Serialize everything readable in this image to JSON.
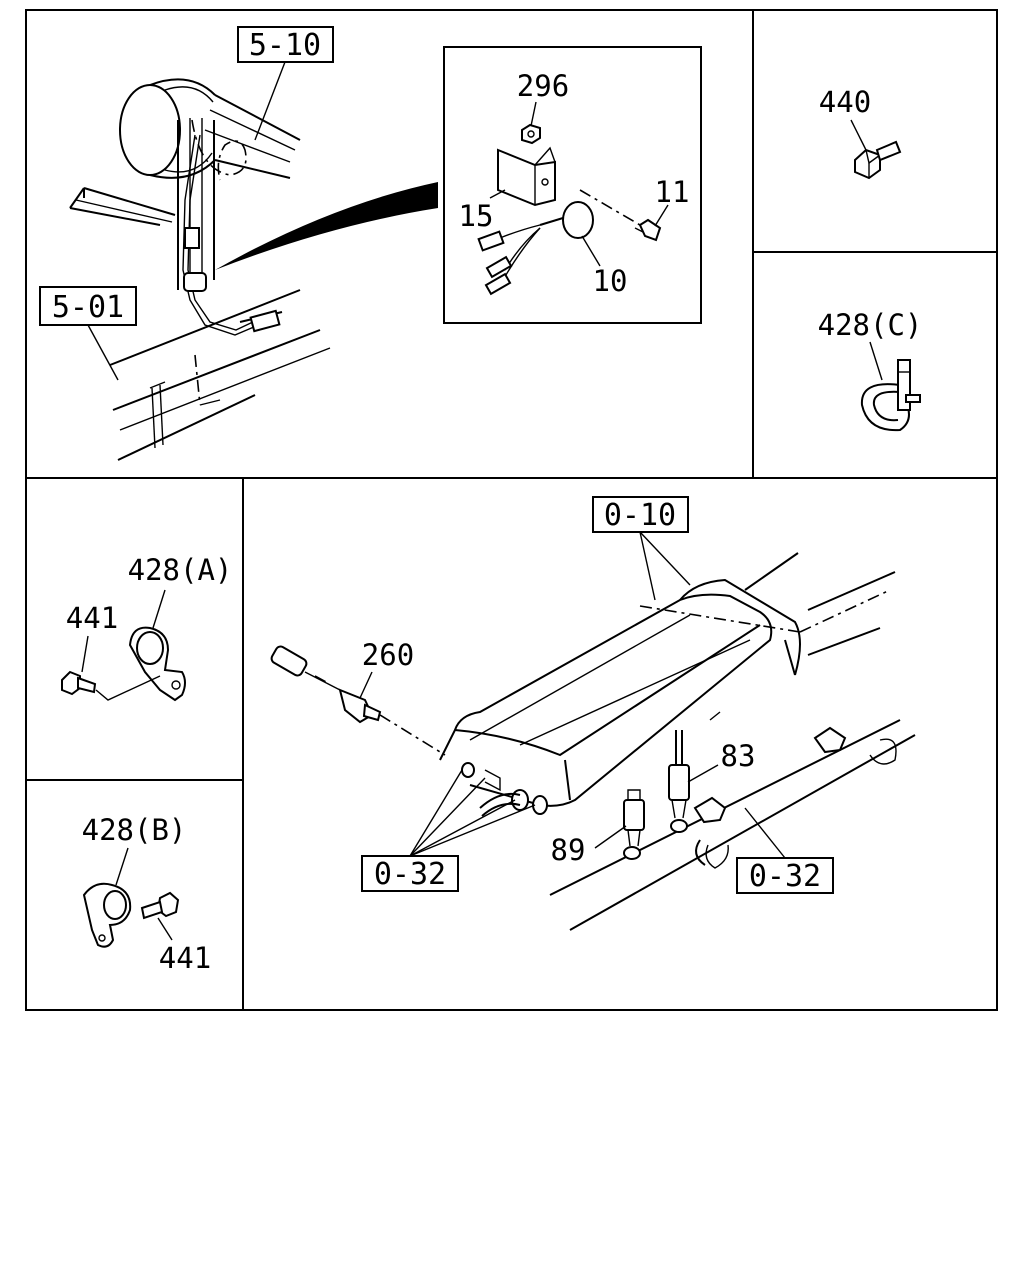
{
  "panels": {
    "top_main": {
      "refs": {
        "ref_5_10": "5-10",
        "ref_5_01": "5-01"
      },
      "inset": {
        "p296": "296",
        "p15": "15",
        "p11": "11",
        "p10": "10"
      }
    },
    "top_right_upper": {
      "p440": "440"
    },
    "top_right_lower": {
      "p428c": "428(C)"
    },
    "left_upper": {
      "p428a": "428(A)",
      "p441": "441"
    },
    "left_lower": {
      "p428b": "428(B)",
      "p441": "441"
    },
    "bottom_main": {
      "ref_0_10": "0-10",
      "p260": "260",
      "p83": "83",
      "p89": "89",
      "ref_0_32_left": "0-32",
      "ref_0_32_right": "0-32"
    }
  }
}
